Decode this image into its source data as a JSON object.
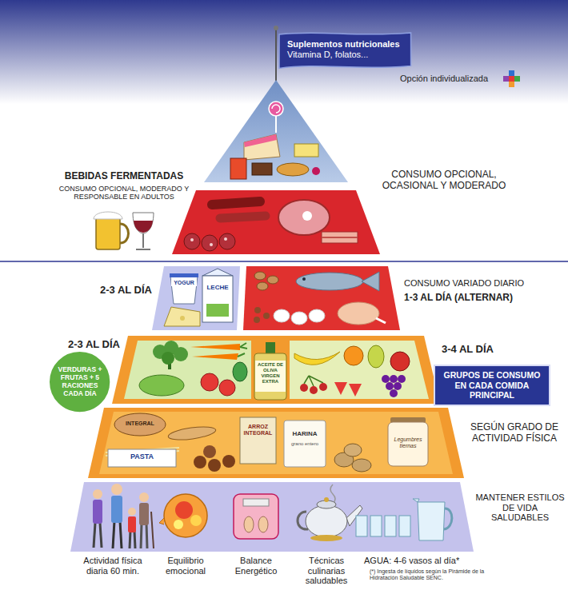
{
  "diagram": {
    "nodes": [
      {
        "text": [
          "Suplementos nutricionales",
          "Vitamina D, folatos..."
        ]
      },
      {
        "text": [
          "VERDURAS + FRUTAS + 5 RACIONES CADA DÍA"
        ]
      },
      {
        "text": [
          "GRUPOS DE CONSUMO EN CADA COMIDA PRINCIPAL"
        ]
      }
    ],
    "labels": [
      "Opción individualizada",
      "BEBIDAS FERMENTADAS",
      "CONSUMO OPCIONAL, MODERADO Y RESPONSABLE EN ADULTOS",
      "CONSUMO OPCIONAL, OCASIONAL Y MODERADO",
      "2-3 AL DÍA",
      "CONSUMO VARIADO DIARIO",
      "1-3 AL DÍA (ALTERNAR)",
      "2-3 AL DÍA",
      "3-4 AL DÍA",
      "SEGÚN GRADO DE ACTIVIDAD FÍSICA",
      "MANTENER ESTILOS DE VIDA SALUDABLES",
      "Actividad física diaria 60 min.",
      "Equilibrio emocional",
      "Balance Energético",
      "Técnicas culinarias saludables",
      "AGUA: 4-6 vasos al día*",
      "(*) Ingesta de líquidos según la Pirámide de la Hidratación Saludable SENC.",
      "YOGUR",
      "LECHE",
      "ACEITE DE OLIVA VIRGEN EXTRA",
      "INTEGRAL",
      "PASTA",
      "ARROZ INTEGRAL",
      "HARINA",
      "grano entero",
      "Legumbres tiernas"
    ]
  }
}
